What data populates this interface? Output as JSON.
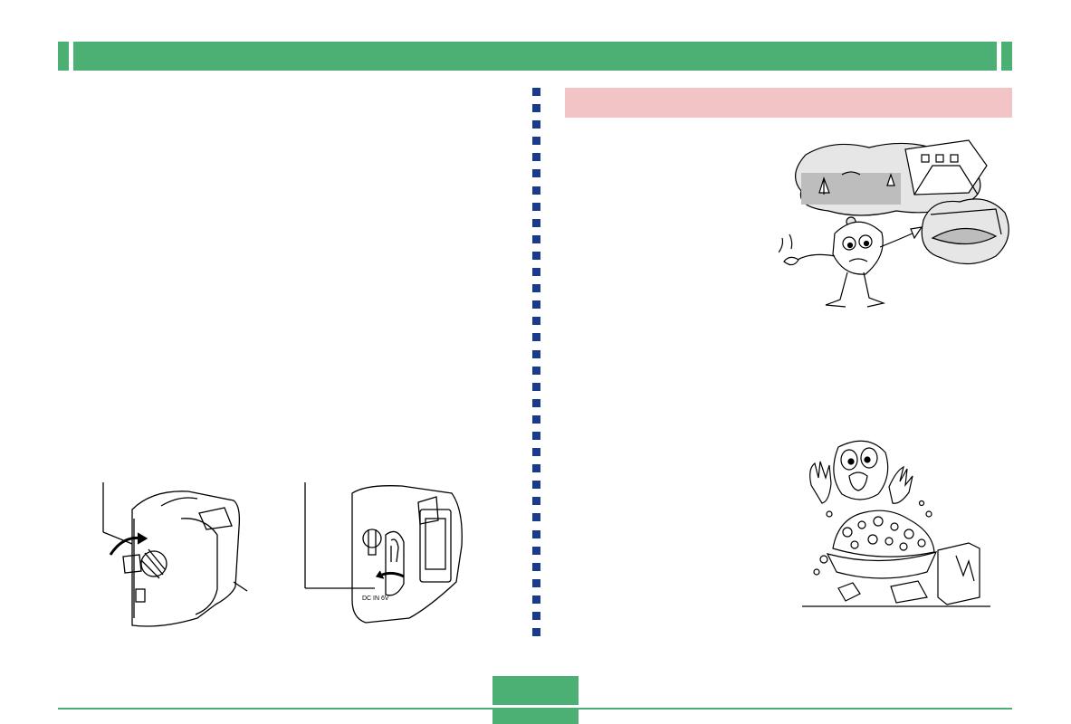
{
  "header": {
    "title": ""
  },
  "section": {
    "heading": ""
  },
  "footer": {
    "page_number": ""
  },
  "colors": {
    "header_green": "#4caf74",
    "divider_blue": "#1a3b8c",
    "heading_pink": "#f2c4c6"
  },
  "illustrations": {
    "camera_left": "camera-battery-cover-illustration",
    "camera_right": "camera-dc-jack-cover-illustration",
    "character_thinking": "confused-character-with-thought-bubbles-illustration",
    "character_washing": "character-washing-camera-in-basin-illustration"
  }
}
